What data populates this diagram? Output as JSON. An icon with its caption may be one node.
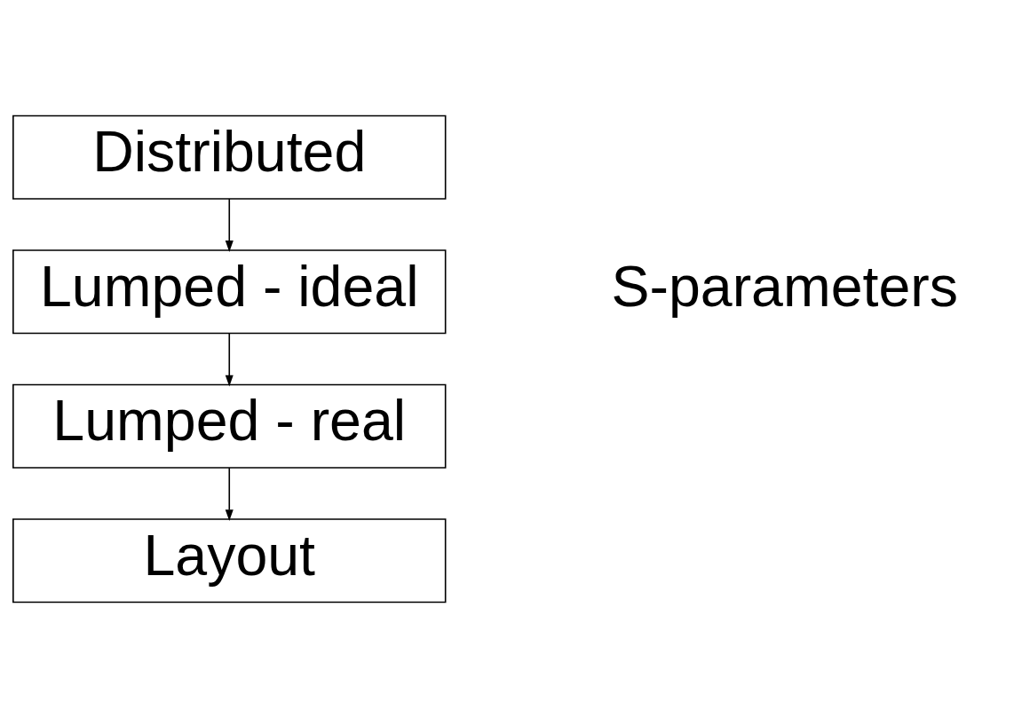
{
  "diagram": {
    "nodes": [
      {
        "text": [
          "Distributed"
        ]
      },
      {
        "text": [
          "Lumped - ideal"
        ]
      },
      {
        "text": [
          "Lumped - real"
        ]
      },
      {
        "text": [
          "Layout"
        ]
      }
    ],
    "edges": [
      {
        "from": 0,
        "to": 1,
        "arrow": "to"
      },
      {
        "from": 1,
        "to": 2,
        "arrow": "to"
      },
      {
        "from": 2,
        "to": 3,
        "arrow": "to"
      }
    ],
    "labels": [
      "S-parameters"
    ]
  }
}
